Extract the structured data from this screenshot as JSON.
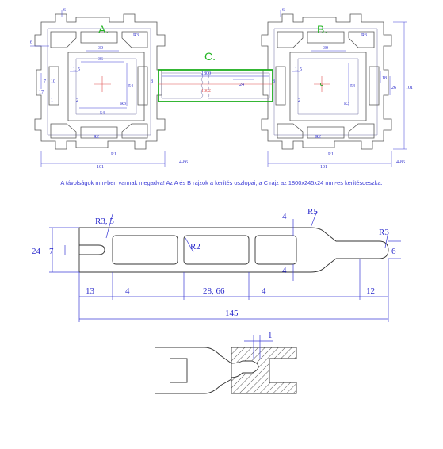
{
  "labels": {
    "a": "A.",
    "b": "B.",
    "c": "C."
  },
  "post_a": {
    "d6_top": "6",
    "d6_left": "6",
    "d30": "30",
    "d36": "36",
    "d7": "7",
    "d10": "10",
    "d17": "17",
    "d1_5": "1, 5",
    "d2": "2",
    "d1": "1",
    "d54_h": "54",
    "d54_v": "54",
    "r3_top": "R3",
    "r3_right": "R3",
    "r2": "R2",
    "r1": "R1",
    "d4_86": "4-86",
    "d101": "101",
    "d8": "8"
  },
  "post_b": {
    "d6": "6",
    "d30": "30",
    "d1_5": "1, 5",
    "d2": "2",
    "d54": "54",
    "d18": "18",
    "d26": "26",
    "d101_v": "101",
    "r3_top": "R3",
    "r3_right": "R3",
    "r2": "R2",
    "r1": "R1",
    "d4_86": "4-86",
    "d101": "101",
    "d8": "8"
  },
  "board_c": {
    "d1800": "1800",
    "d1882": "1882",
    "d24": "24"
  },
  "caption": "A távolságok mm-ben vannak megadva! Az A és B rajzok a kerítés oszlopai, a C rajz az 1800x245x24 mm-es kerítésdeszka.",
  "section": {
    "r3_5": "R3, 5",
    "r5": "R5",
    "r3": "R3",
    "r2": "R2",
    "d24": "24",
    "d7": "7",
    "d6": "6",
    "d4_top": "4",
    "d4_bottom": "4",
    "d13": "13",
    "d4_a": "4",
    "d28_66": "28, 66",
    "d4_b": "4",
    "d12": "12",
    "d145": "145"
  },
  "joint": {
    "d1": "1"
  },
  "colors": {
    "dimension": "#3b3bd6",
    "label_green": "#22b522",
    "highlight_green": "#1fae1f",
    "centerline_red": "#e05050"
  }
}
